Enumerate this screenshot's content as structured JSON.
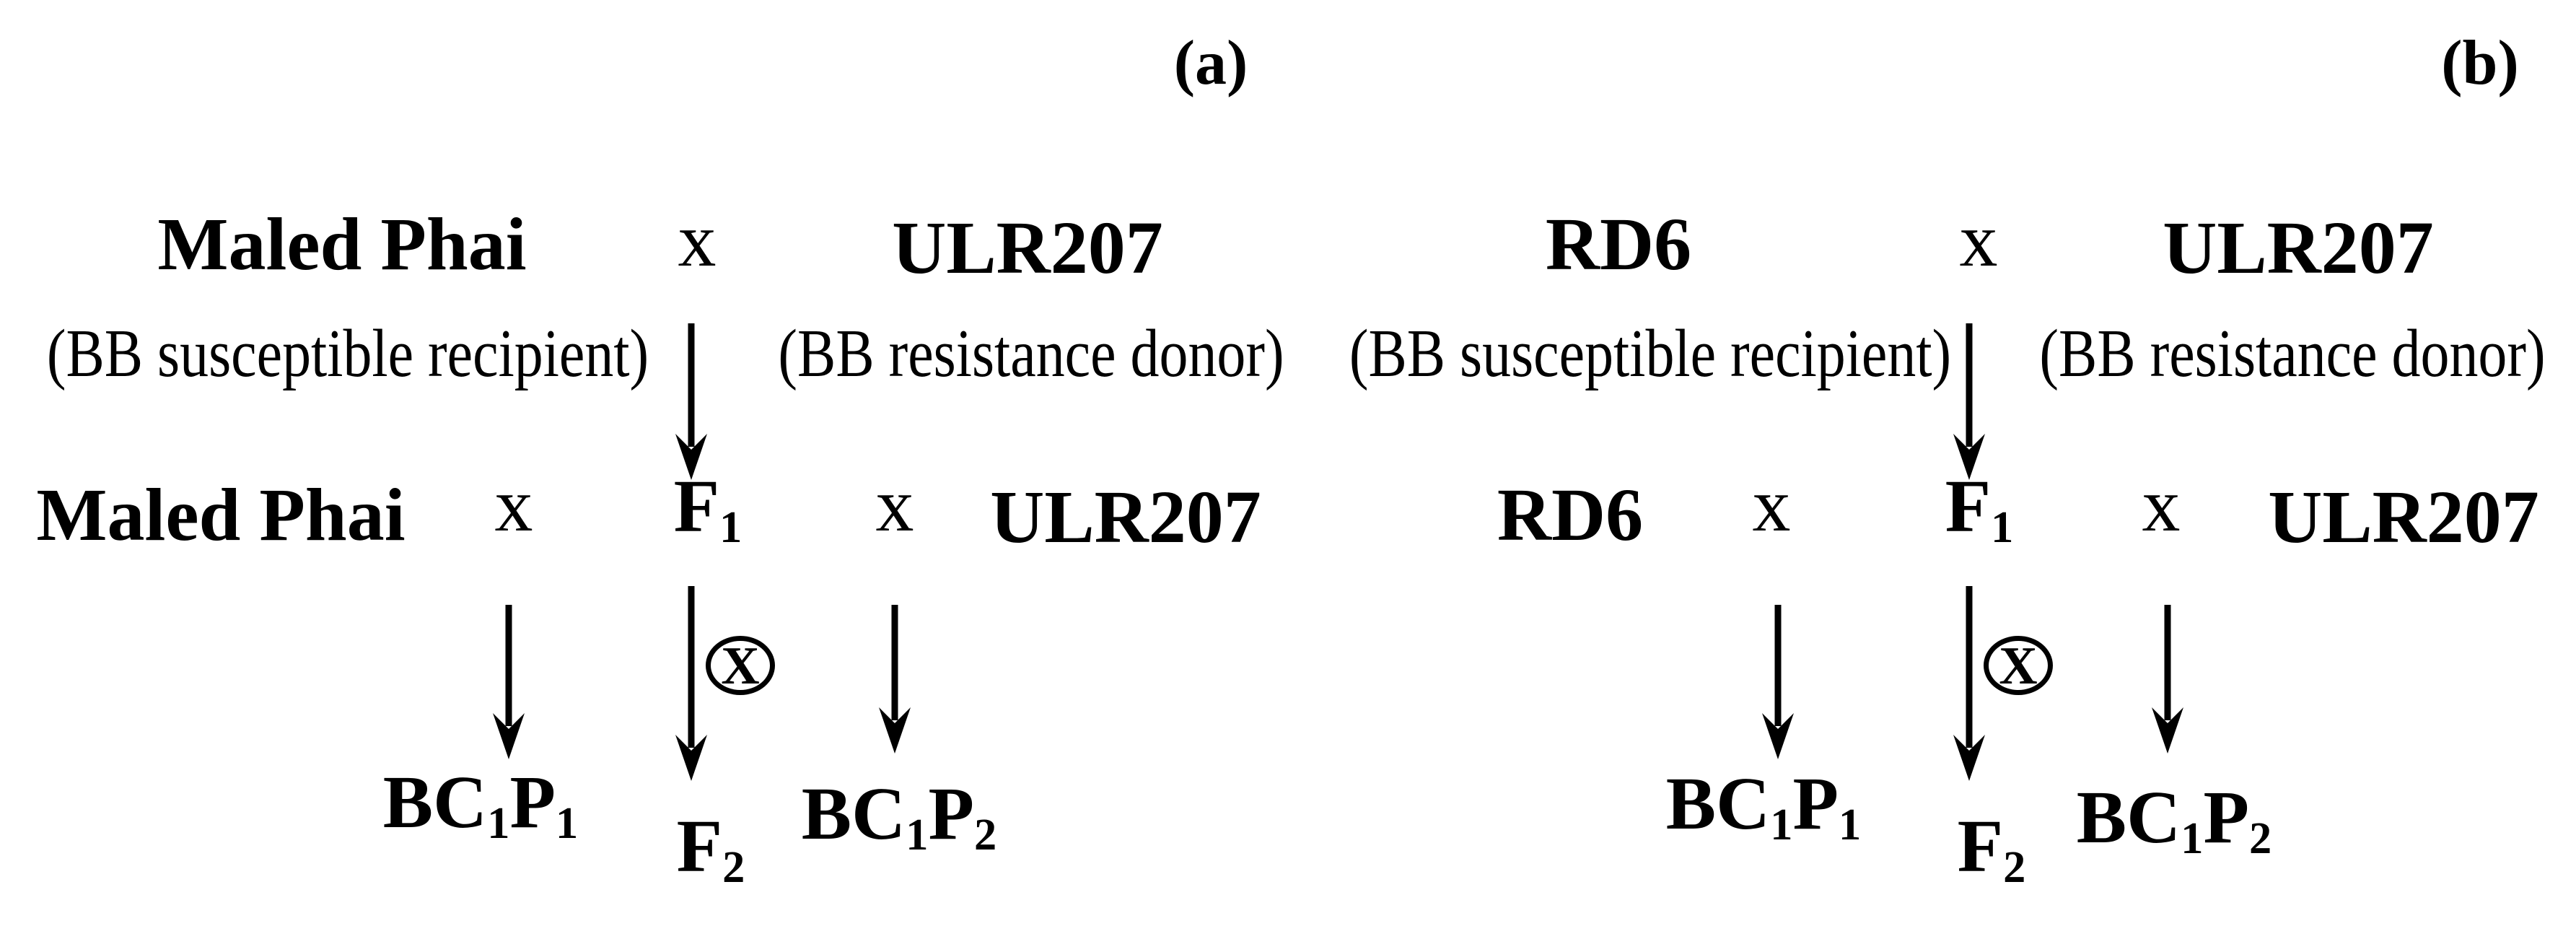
{
  "colors": {
    "ink": "#000000",
    "background": "#ffffff"
  },
  "panels": [
    {
      "corner_label": "(a)",
      "initial_cross": {
        "recipient": "Maled Phai",
        "cross_symbol": "x",
        "donor": "ULR207",
        "recipient_note": "(BB susceptible recipient)",
        "donor_note": "(BB resistance donor)"
      },
      "backcross_row": {
        "recipient": "Maled Phai",
        "cross_symbol_left": "x",
        "f1_base": "F",
        "f1_sub": "1",
        "cross_symbol_right": "x",
        "donor": "ULR207"
      },
      "selfing_icon": "circled-x-icon",
      "selfing_symbol": "X",
      "progeny": {
        "bc1p1_t1": "BC",
        "bc1p1_s1": "1",
        "bc1p1_t2": "P",
        "bc1p1_s2": "1",
        "f2_base": "F",
        "f2_sub": "2",
        "bc1p2_t1": "BC",
        "bc1p2_s1": "1",
        "bc1p2_t2": "P",
        "bc1p2_s2": "2"
      }
    },
    {
      "corner_label": "(b)",
      "initial_cross": {
        "recipient": "RD6",
        "cross_symbol": "x",
        "donor": "ULR207",
        "recipient_note": "(BB susceptible recipient)",
        "donor_note": "(BB resistance donor)"
      },
      "backcross_row": {
        "recipient": "RD6",
        "cross_symbol_left": "x",
        "f1_base": "F",
        "f1_sub": "1",
        "cross_symbol_right": "x",
        "donor": "ULR207"
      },
      "selfing_icon": "circled-x-icon",
      "selfing_symbol": "X",
      "progeny": {
        "bc1p1_t1": "BC",
        "bc1p1_s1": "1",
        "bc1p1_t2": "P",
        "bc1p1_s2": "1",
        "f2_base": "F",
        "f2_sub": "2",
        "bc1p2_t1": "BC",
        "bc1p2_s1": "1",
        "bc1p2_t2": "P",
        "bc1p2_s2": "2"
      }
    }
  ]
}
